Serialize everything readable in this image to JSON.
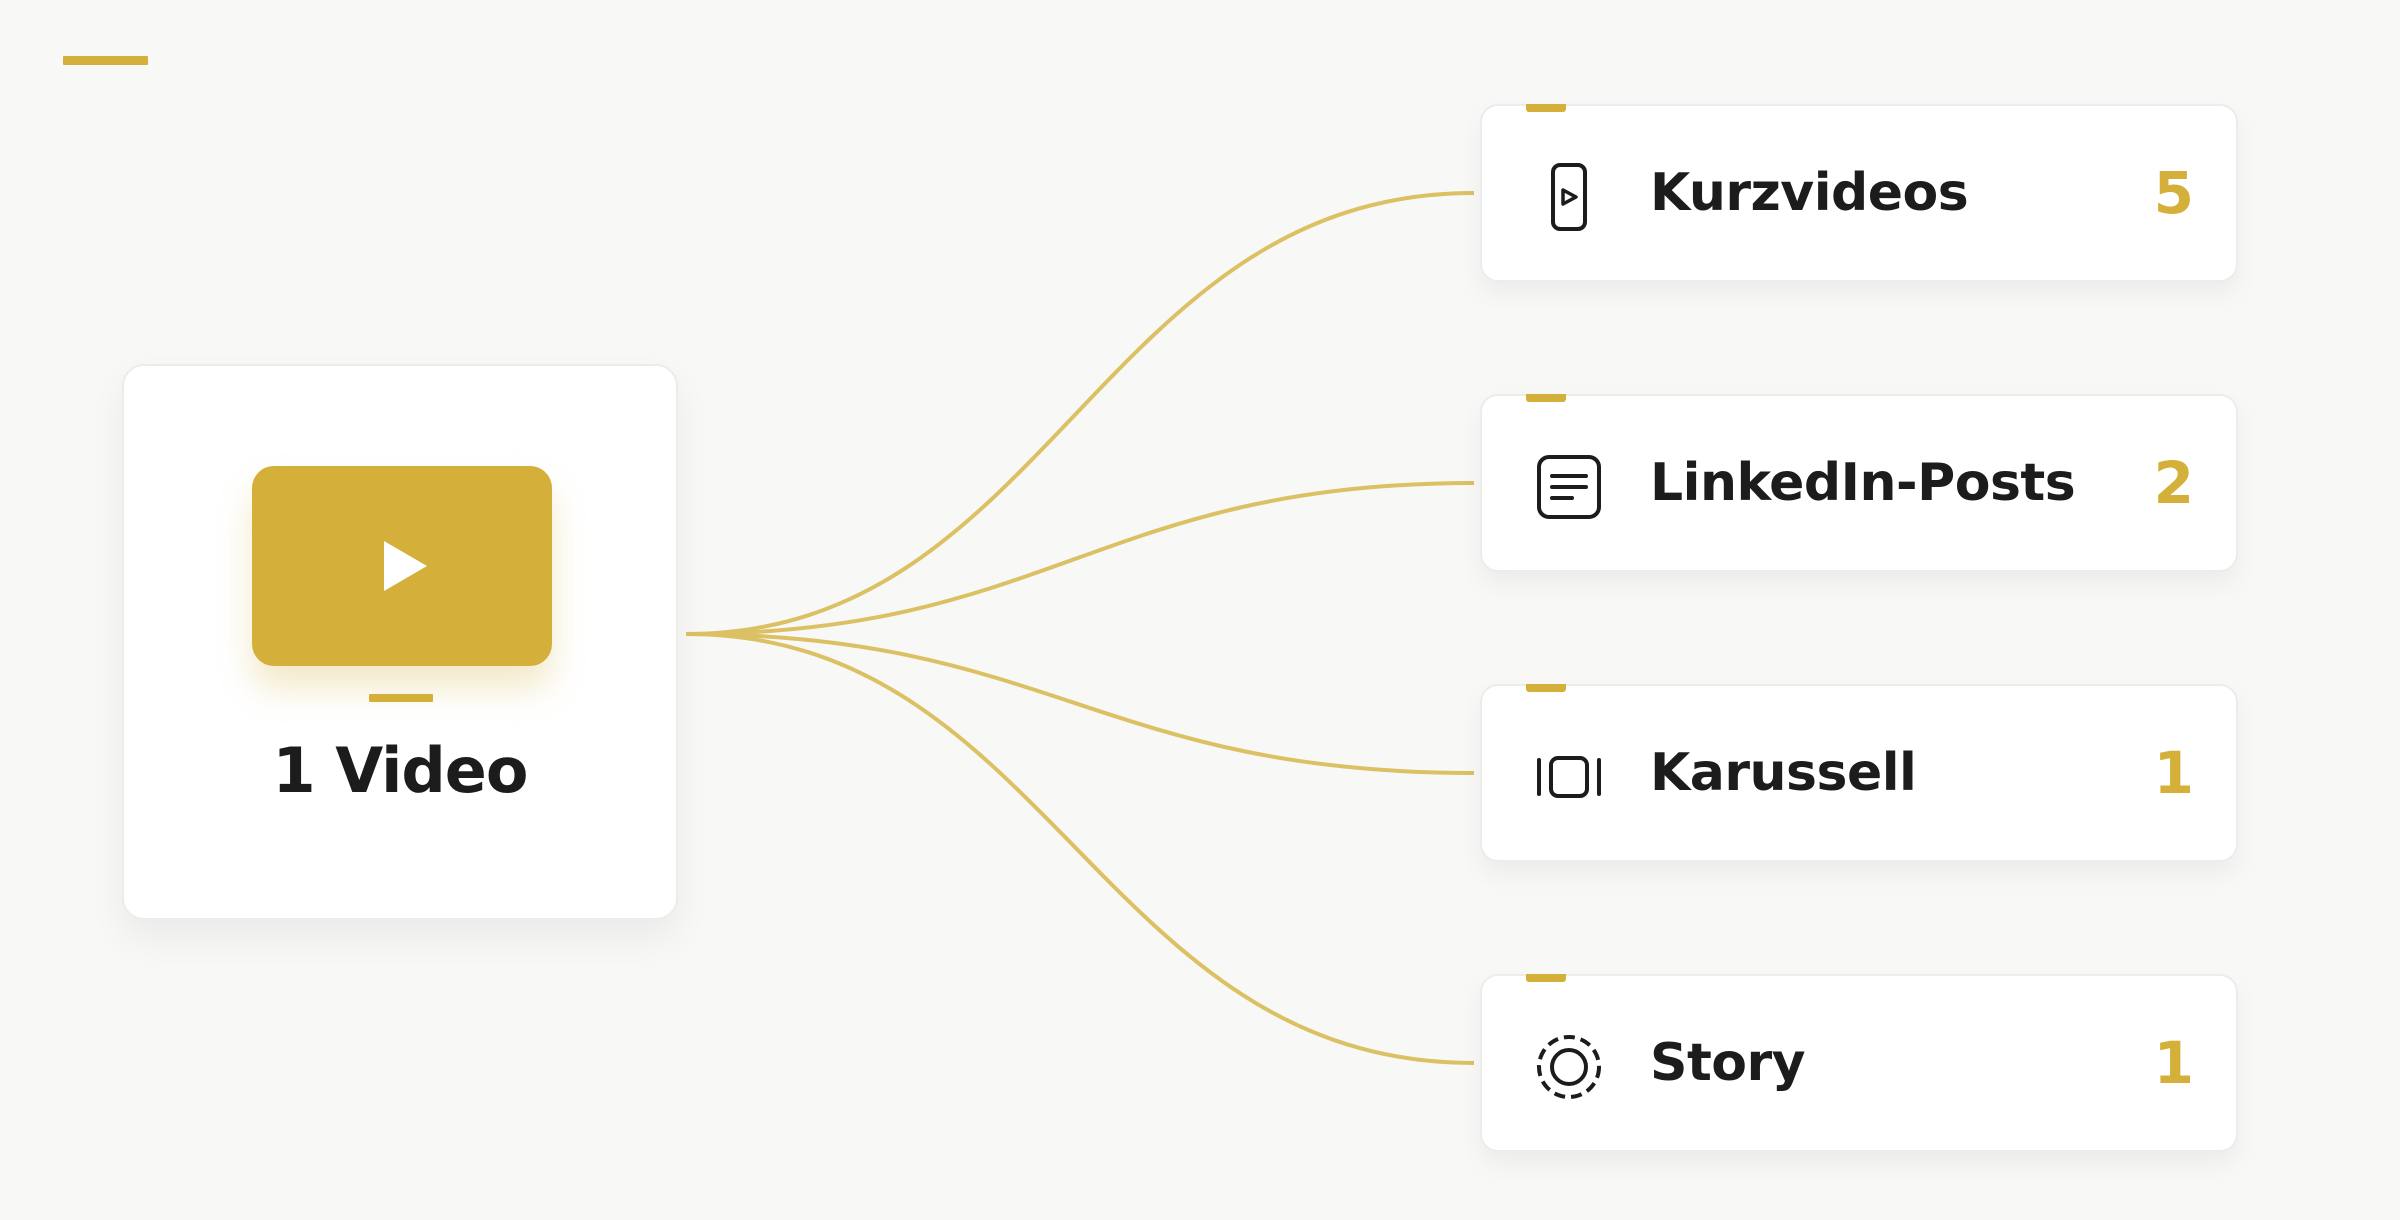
{
  "source": {
    "label": "1 Video"
  },
  "outputs": [
    {
      "label": "Kurzvideos",
      "count": "5",
      "icon": "phone-video-icon"
    },
    {
      "label": "LinkedIn-Posts",
      "count": "2",
      "icon": "document-icon"
    },
    {
      "label": "Karussell",
      "count": "1",
      "icon": "carousel-icon"
    },
    {
      "label": "Story",
      "count": "1",
      "icon": "story-ring-icon"
    }
  ],
  "colors": {
    "accent": "#d4b03a",
    "connector": "#dcc064",
    "text": "#1c1c1c",
    "background": "#f8f8f6"
  }
}
